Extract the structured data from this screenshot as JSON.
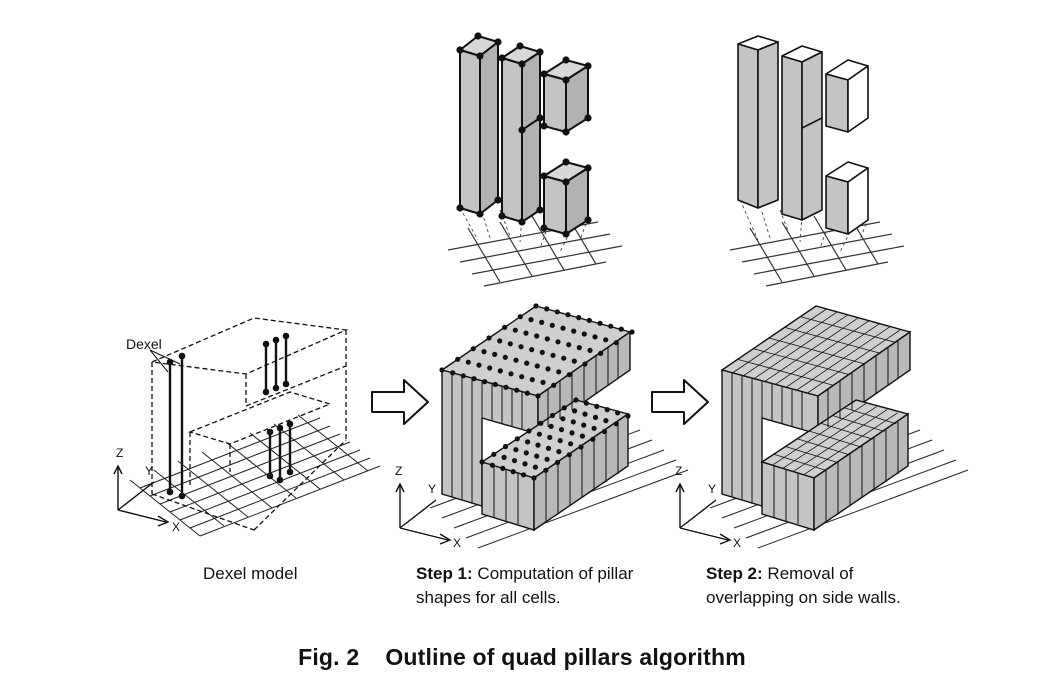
{
  "figure": {
    "number": "Fig. 2",
    "title": "Outline of quad pillars algorithm"
  },
  "panels": {
    "dexel_model": {
      "caption": "Dexel model",
      "callout": "Dexel",
      "axes": {
        "z": "Z",
        "y": "Y",
        "x": "X"
      }
    },
    "step1": {
      "caption_bold": "Step 1:",
      "caption_line1": " Computation of pillar",
      "caption_line2": "shapes for all cells.",
      "axes": {
        "z": "Z",
        "y": "Y",
        "x": "X"
      }
    },
    "step2": {
      "caption_bold": "Step 2:",
      "caption_line1": " Removal of",
      "caption_line2": "overlapping on side walls.",
      "axes": {
        "z": "Z",
        "y": "Y",
        "x": "X"
      }
    }
  },
  "colors": {
    "pillar_face": "#c4c4c4",
    "pillar_top": "#d8d8d8",
    "line": "#111111",
    "grid": "#333333"
  }
}
